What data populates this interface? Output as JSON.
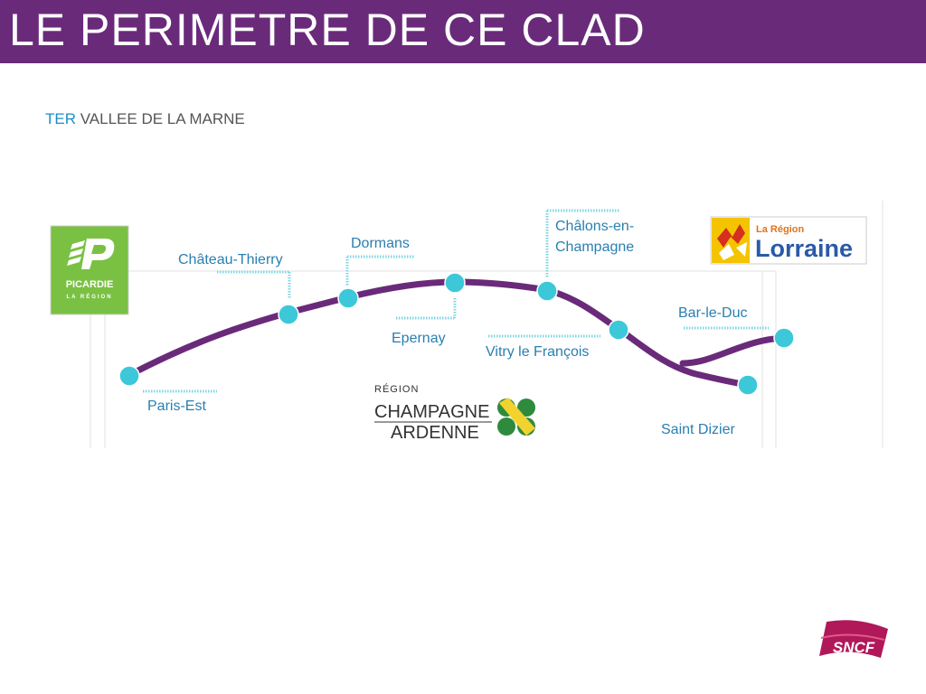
{
  "title": "LE PERIMETRE DE CE CLAD",
  "subtitle": {
    "prefix": "TER",
    "text": "VALLEE DE LA MARNE"
  },
  "stations": [
    {
      "id": "paris-est",
      "label": "Paris-Est"
    },
    {
      "id": "chateau-thierry",
      "label": "Château-Thierry"
    },
    {
      "id": "dormans",
      "label": "Dormans"
    },
    {
      "id": "epernay",
      "label": "Epernay"
    },
    {
      "id": "chalons",
      "label_line1": "Châlons-en-",
      "label_line2": "Champagne"
    },
    {
      "id": "vitry",
      "label": "Vitry le François"
    },
    {
      "id": "bar-le-duc",
      "label": "Bar-le-Duc"
    },
    {
      "id": "saint-dizier",
      "label": "Saint Dizier"
    }
  ],
  "logos": {
    "picardie": {
      "name": "PICARDIE",
      "sub": "LA RÉGION"
    },
    "lorraine": {
      "small": "La Région",
      "name": "Lorraine"
    },
    "champagne": {
      "small": "RÉGION",
      "line1": "CHAMPAGNE",
      "line2": "ARDENNE"
    },
    "sncf": {
      "name": "SNCF"
    }
  },
  "colors": {
    "title_bar": "#6a2a7a",
    "route": "#6a2a7a",
    "station_dot": "#3cc8d8",
    "label": "#2a7fb0",
    "ter": "#1a8fc9",
    "picardie_green": "#7ac143",
    "lorraine_yellow": "#f5c400",
    "sncf_magenta": "#b0185a"
  }
}
